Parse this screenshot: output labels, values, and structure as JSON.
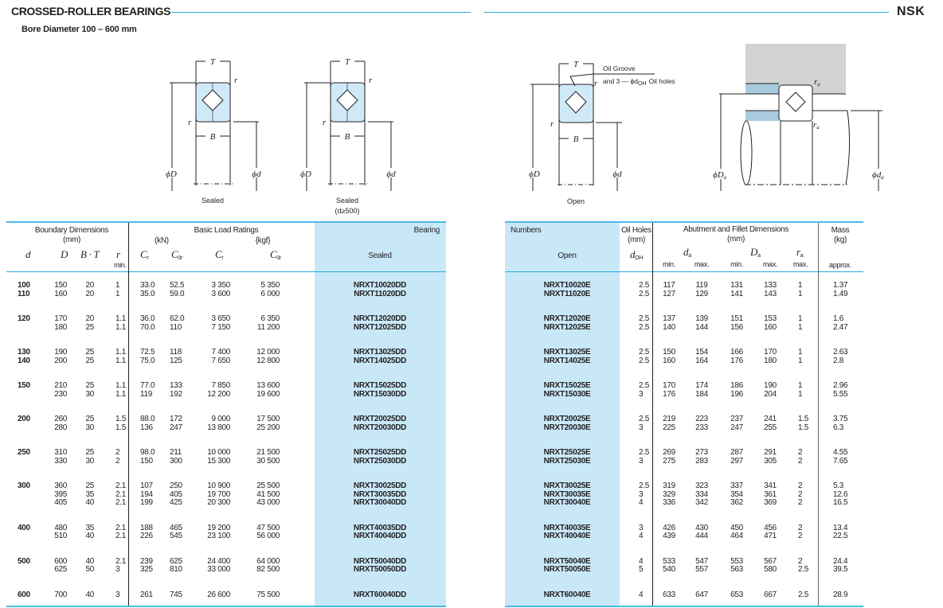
{
  "header": {
    "title": "CROSSED-ROLLER BEARINGS",
    "subtitle": "Bore Diameter   100 – 600 mm",
    "brand": "NSK"
  },
  "diagrams": {
    "caption_sealed": "Sealed",
    "caption_sealed2": "Sealed",
    "caption_sealed2_note": "(d≥500)",
    "caption_open": "Open",
    "oil_groove": "Oil Groove",
    "oil_holes": "and 3 — ϕd",
    "oil_holes_sub": "OH",
    "oil_holes_end": "Oil holes",
    "labels": {
      "T": "T",
      "B": "B",
      "r": "r",
      "D": "ϕD",
      "d": "ϕd",
      "Da": "ϕD",
      "da": "ϕd",
      "ra": "r",
      "sub_a": "a"
    }
  },
  "table_left": {
    "boundary": "Boundary Dimensions",
    "boundary_unit": "(mm)",
    "load": "Basic Load Ratings",
    "kn": "(kN)",
    "kgf": "{kgf}",
    "bearing": "Bearing",
    "col_d": "d",
    "col_D": "D",
    "col_BT": "B · T",
    "col_r": "r",
    "col_r_sub": "min.",
    "col_Cr": "C",
    "col_Cr_sub": "r",
    "col_C0r": "C",
    "col_C0r_sub": "0r",
    "col_Cr2": "C",
    "col_Cr2_sub": "r",
    "col_C0r2": "C",
    "col_C0r2_sub": "0r",
    "sealed": "Sealed"
  },
  "table_right": {
    "numbers": "Numbers",
    "open": "Open",
    "oil": "Oil Holes",
    "oil_unit": "(mm)",
    "doh": "d",
    "doh_sub": "OH",
    "abut": "Abutment and Fillet Dimensions",
    "abut_unit": "(mm)",
    "da": "d",
    "Da": "D",
    "ra": "r",
    "sub_a": "a",
    "min1": "min.",
    "max1": "max.",
    "min2": "min.",
    "max2": "max.",
    "max3": "max.",
    "mass": "Mass",
    "mass_unit": "(kg)",
    "approx": "approx."
  },
  "groups": [
    {
      "rows": [
        {
          "d": "100",
          "D": "150",
          "BT": "20",
          "r": "1",
          "Cr": "33.0",
          "C0r": "52.5",
          "Crk": "3 350",
          "C0rk": "5 350",
          "sealed": "NRXT10020DD",
          "open": "NRXT10020E",
          "doh": "2.5",
          "da_min": "117",
          "da_max": "119",
          "Da_min": "131",
          "Da_max": "133",
          "ra": "1",
          "mass": "1.37"
        },
        {
          "d": "110",
          "D": "160",
          "BT": "20",
          "r": "1",
          "Cr": "35.0",
          "C0r": "59.0",
          "Crk": "3 600",
          "C0rk": "6 000",
          "sealed": "NRXT11020DD",
          "open": "NRXT11020E",
          "doh": "2.5",
          "da_min": "127",
          "da_max": "129",
          "Da_min": "141",
          "Da_max": "143",
          "ra": "1",
          "mass": "1.49"
        }
      ]
    },
    {
      "rows": [
        {
          "d": "120",
          "D": "170",
          "BT": "20",
          "r": "1.1",
          "Cr": "36.0",
          "C0r": "62.0",
          "Crk": "3 650",
          "C0rk": "6 350",
          "sealed": "NRXT12020DD",
          "open": "NRXT12020E",
          "doh": "2.5",
          "da_min": "137",
          "da_max": "139",
          "Da_min": "151",
          "Da_max": "153",
          "ra": "1",
          "mass": "1.6"
        },
        {
          "d": "",
          "D": "180",
          "BT": "25",
          "r": "1.1",
          "Cr": "70.0",
          "C0r": "110",
          "Crk": "7 150",
          "C0rk": "11 200",
          "sealed": "NRXT12025DD",
          "open": "NRXT12025E",
          "doh": "2.5",
          "da_min": "140",
          "da_max": "144",
          "Da_min": "156",
          "Da_max": "160",
          "ra": "1",
          "mass": "2.47"
        }
      ]
    },
    {
      "rows": [
        {
          "d": "130",
          "D": "190",
          "BT": "25",
          "r": "1.1",
          "Cr": "72.5",
          "C0r": "118",
          "Crk": "7 400",
          "C0rk": "12 000",
          "sealed": "NRXT13025DD",
          "open": "NRXT13025E",
          "doh": "2.5",
          "da_min": "150",
          "da_max": "154",
          "Da_min": "166",
          "Da_max": "170",
          "ra": "1",
          "mass": "2.63"
        },
        {
          "d": "140",
          "D": "200",
          "BT": "25",
          "r": "1.1",
          "Cr": "75.0",
          "C0r": "125",
          "Crk": "7 650",
          "C0rk": "12 800",
          "sealed": "NRXT14025DD",
          "open": "NRXT14025E",
          "doh": "2.5",
          "da_min": "160",
          "da_max": "164",
          "Da_min": "176",
          "Da_max": "180",
          "ra": "1",
          "mass": "2.8"
        }
      ]
    },
    {
      "rows": [
        {
          "d": "150",
          "D": "210",
          "BT": "25",
          "r": "1.1",
          "Cr": "77.0",
          "C0r": "133",
          "Crk": "7 850",
          "C0rk": "13 600",
          "sealed": "NRXT15025DD",
          "open": "NRXT15025E",
          "doh": "2.5",
          "da_min": "170",
          "da_max": "174",
          "Da_min": "186",
          "Da_max": "190",
          "ra": "1",
          "mass": "2.96"
        },
        {
          "d": "",
          "D": "230",
          "BT": "30",
          "r": "1.1",
          "Cr": "119",
          "C0r": "192",
          "Crk": "12 200",
          "C0rk": "19 600",
          "sealed": "NRXT15030DD",
          "open": "NRXT15030E",
          "doh": "3",
          "da_min": "176",
          "da_max": "184",
          "Da_min": "196",
          "Da_max": "204",
          "ra": "1",
          "mass": "5.55"
        }
      ]
    },
    {
      "rows": [
        {
          "d": "200",
          "D": "260",
          "BT": "25",
          "r": "1.5",
          "Cr": "88.0",
          "C0r": "172",
          "Crk": "9 000",
          "C0rk": "17 500",
          "sealed": "NRXT20025DD",
          "open": "NRXT20025E",
          "doh": "2.5",
          "da_min": "219",
          "da_max": "223",
          "Da_min": "237",
          "Da_max": "241",
          "ra": "1.5",
          "mass": "3.75"
        },
        {
          "d": "",
          "D": "280",
          "BT": "30",
          "r": "1.5",
          "Cr": "136",
          "C0r": "247",
          "Crk": "13 800",
          "C0rk": "25 200",
          "sealed": "NRXT20030DD",
          "open": "NRXT20030E",
          "doh": "3",
          "da_min": "225",
          "da_max": "233",
          "Da_min": "247",
          "Da_max": "255",
          "ra": "1.5",
          "mass": "6.3"
        }
      ]
    },
    {
      "rows": [
        {
          "d": "250",
          "D": "310",
          "BT": "25",
          "r": "2",
          "Cr": "98.0",
          "C0r": "211",
          "Crk": "10 000",
          "C0rk": "21 500",
          "sealed": "NRXT25025DD",
          "open": "NRXT25025E",
          "doh": "2.5",
          "da_min": "269",
          "da_max": "273",
          "Da_min": "287",
          "Da_max": "291",
          "ra": "2",
          "mass": "4.55"
        },
        {
          "d": "",
          "D": "330",
          "BT": "30",
          "r": "2",
          "Cr": "150",
          "C0r": "300",
          "Crk": "15 300",
          "C0rk": "30 500",
          "sealed": "NRXT25030DD",
          "open": "NRXT25030E",
          "doh": "3",
          "da_min": "275",
          "da_max": "283",
          "Da_min": "297",
          "Da_max": "305",
          "ra": "2",
          "mass": "7.65"
        }
      ]
    },
    {
      "rows": [
        {
          "d": "300",
          "D": "360",
          "BT": "25",
          "r": "2.1",
          "Cr": "107",
          "C0r": "250",
          "Crk": "10 900",
          "C0rk": "25 500",
          "sealed": "NRXT30025DD",
          "open": "NRXT30025E",
          "doh": "2.5",
          "da_min": "319",
          "da_max": "323",
          "Da_min": "337",
          "Da_max": "341",
          "ra": "2",
          "mass": "5.3"
        },
        {
          "d": "",
          "D": "395",
          "BT": "35",
          "r": "2.1",
          "Cr": "194",
          "C0r": "405",
          "Crk": "19 700",
          "C0rk": "41 500",
          "sealed": "NRXT30035DD",
          "open": "NRXT30035E",
          "doh": "3",
          "da_min": "329",
          "da_max": "334",
          "Da_min": "354",
          "Da_max": "361",
          "ra": "2",
          "mass": "12.6"
        },
        {
          "d": "",
          "D": "405",
          "BT": "40",
          "r": "2.1",
          "Cr": "199",
          "C0r": "425",
          "Crk": "20 300",
          "C0rk": "43 000",
          "sealed": "NRXT30040DD",
          "open": "NRXT30040E",
          "doh": "4",
          "da_min": "336",
          "da_max": "342",
          "Da_min": "362",
          "Da_max": "369",
          "ra": "2",
          "mass": "16.5"
        }
      ]
    },
    {
      "rows": [
        {
          "d": "400",
          "D": "480",
          "BT": "35",
          "r": "2.1",
          "Cr": "188",
          "C0r": "465",
          "Crk": "19 200",
          "C0rk": "47 500",
          "sealed": "NRXT40035DD",
          "open": "NRXT40035E",
          "doh": "3",
          "da_min": "426",
          "da_max": "430",
          "Da_min": "450",
          "Da_max": "456",
          "ra": "2",
          "mass": "13.4"
        },
        {
          "d": "",
          "D": "510",
          "BT": "40",
          "r": "2.1",
          "Cr": "226",
          "C0r": "545",
          "Crk": "23 100",
          "C0rk": "56 000",
          "sealed": "NRXT40040DD",
          "open": "NRXT40040E",
          "doh": "4",
          "da_min": "439",
          "da_max": "444",
          "Da_min": "464",
          "Da_max": "471",
          "ra": "2",
          "mass": "22.5"
        }
      ]
    },
    {
      "rows": [
        {
          "d": "500",
          "D": "600",
          "BT": "40",
          "r": "2.1",
          "Cr": "239",
          "C0r": "625",
          "Crk": "24 400",
          "C0rk": "64 000",
          "sealed": "NRXT50040DD",
          "open": "NRXT50040E",
          "doh": "4",
          "da_min": "533",
          "da_max": "547",
          "Da_min": "553",
          "Da_max": "567",
          "ra": "2",
          "mass": "24.4"
        },
        {
          "d": "",
          "D": "625",
          "BT": "50",
          "r": "3",
          "Cr": "325",
          "C0r": "810",
          "Crk": "33 000",
          "C0rk": "82 500",
          "sealed": "NRXT50050DD",
          "open": "NRXT50050E",
          "doh": "5",
          "da_min": "540",
          "da_max": "557",
          "Da_min": "563",
          "Da_max": "580",
          "ra": "2.5",
          "mass": "39.5"
        }
      ]
    },
    {
      "rows": [
        {
          "d": "600",
          "D": "700",
          "BT": "40",
          "r": "3",
          "Cr": "261",
          "C0r": "745",
          "Crk": "26 600",
          "C0rk": "75 500",
          "sealed": "NRXT60040DD",
          "open": "NRXT60040E",
          "doh": "4",
          "da_min": "633",
          "da_max": "647",
          "Da_min": "653",
          "Da_max": "667",
          "ra": "2.5",
          "mass": "28.9"
        }
      ]
    }
  ],
  "colors": {
    "accent_line": "#29a9e0",
    "column_fill": "#c8e8f8",
    "housing": "#d1d3d4",
    "seal_blue": "#cfe9f7"
  }
}
